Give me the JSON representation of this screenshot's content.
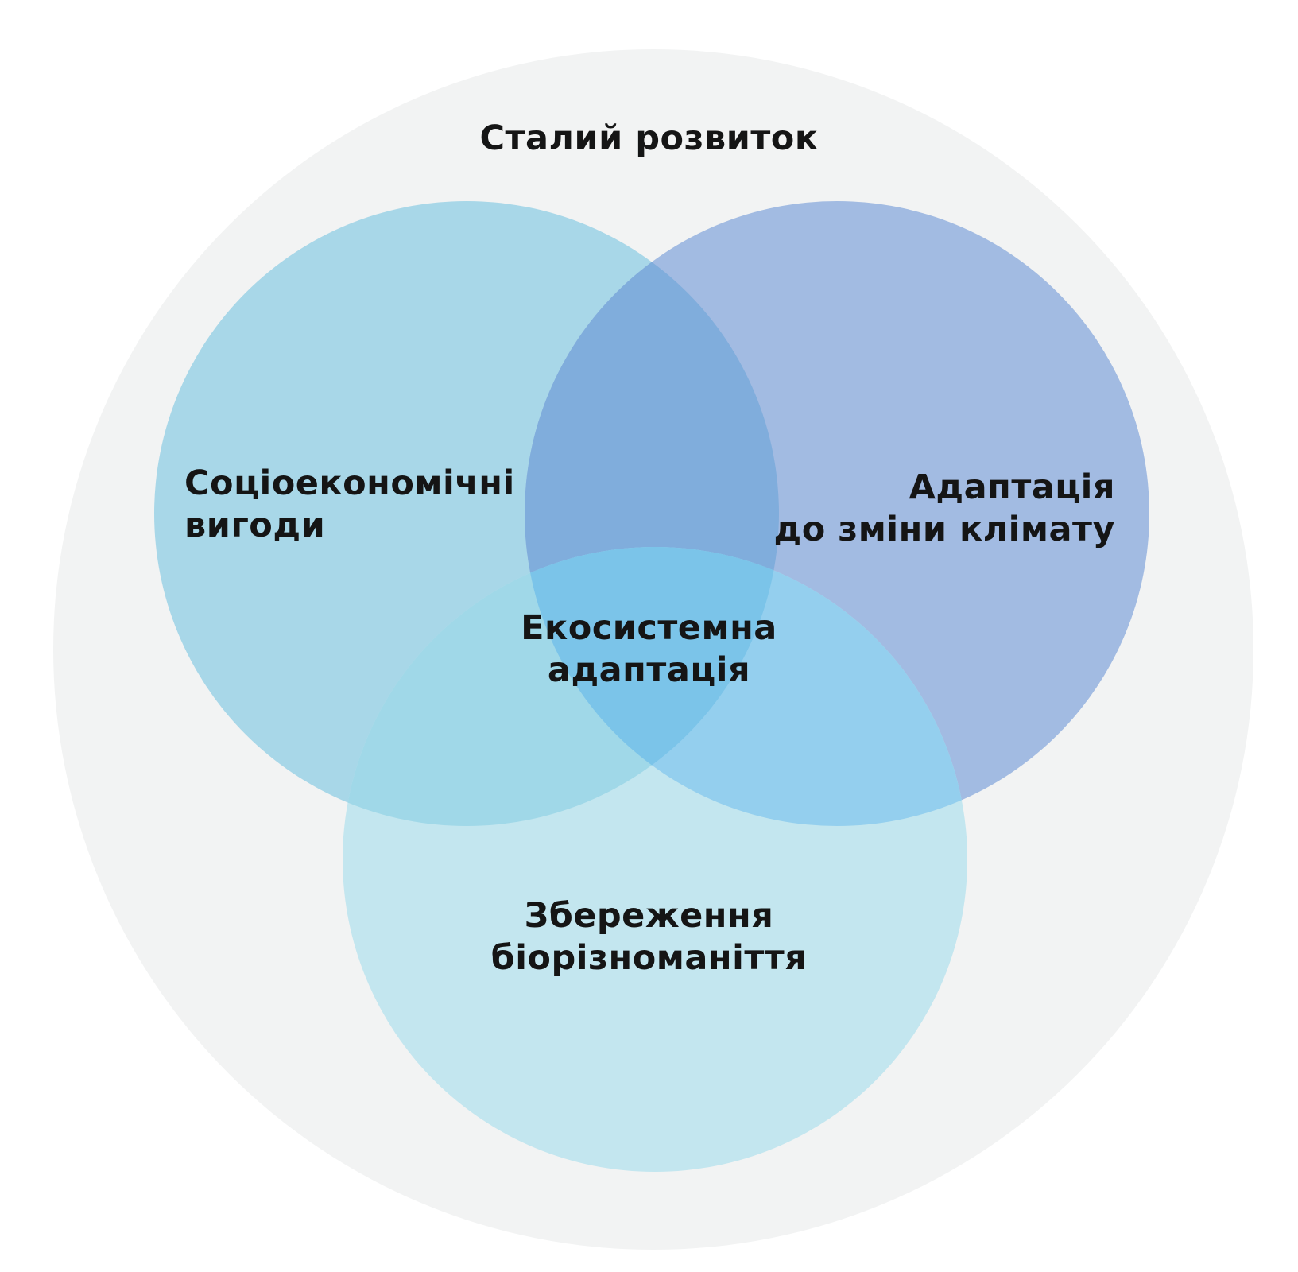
{
  "diagram": {
    "outer": {
      "label": "Сталий розвиток",
      "color": "#f2f3f3"
    },
    "sets": [
      {
        "id": "socio",
        "lines": [
          "Соціоекономічні",
          "вигоди"
        ],
        "color": "#a8d7e8"
      },
      {
        "id": "climate",
        "lines": [
          "Адаптація",
          "до зміни клімату"
        ],
        "color": "#a2bbe2"
      },
      {
        "id": "bio",
        "lines": [
          "Збереження",
          "біорізноманіття"
        ],
        "color": "#c3e6ef"
      }
    ],
    "intersections": {
      "socio_climate_color": "#80addc",
      "socio_bio_color": "#a0d8e8",
      "climate_bio_color": "#94cfee",
      "all_color": "#7bc4e9"
    },
    "center": {
      "lines": [
        "Екосистемна",
        "адаптація"
      ]
    }
  }
}
